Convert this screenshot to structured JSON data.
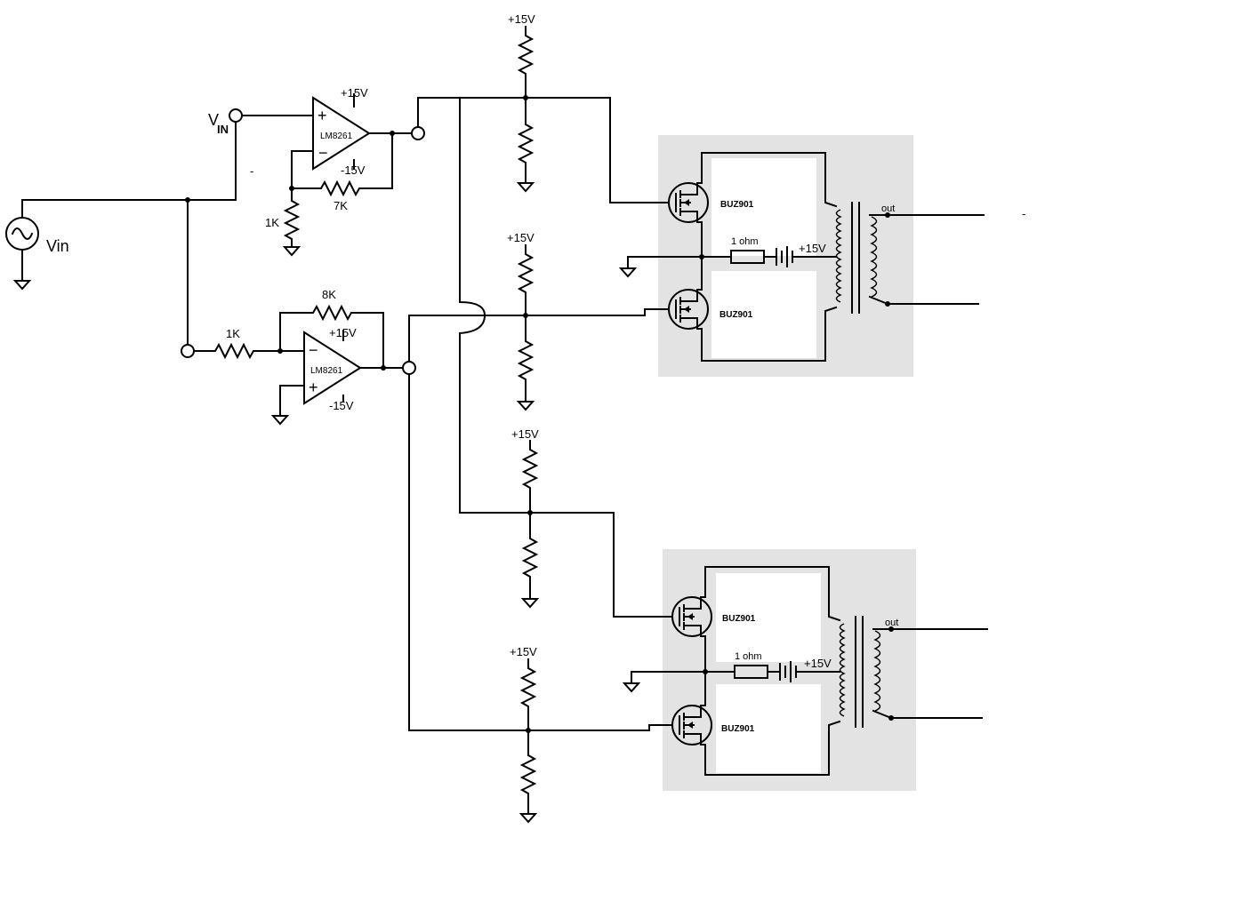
{
  "labels": {
    "vin_source": "Vin",
    "vin_terminal": "V",
    "vin_terminal_sub": "IN",
    "opamp_top": "LM8261",
    "opamp_bottom": "LM8261",
    "supply_pos": "+15V",
    "supply_neg": "-15V",
    "r_feedback_top": "7K",
    "r_ground_top": "1K",
    "r_feedback_bottom": "8K",
    "r_input_bottom": "1K",
    "mosfet": "BUZ901",
    "sense_resistor": "1 ohm",
    "output": "out",
    "stray_dash": "-",
    "stray_dot": "-"
  },
  "colors": {
    "wire": "#000000",
    "panel": "#e3e3e3",
    "background": "#ffffff"
  }
}
